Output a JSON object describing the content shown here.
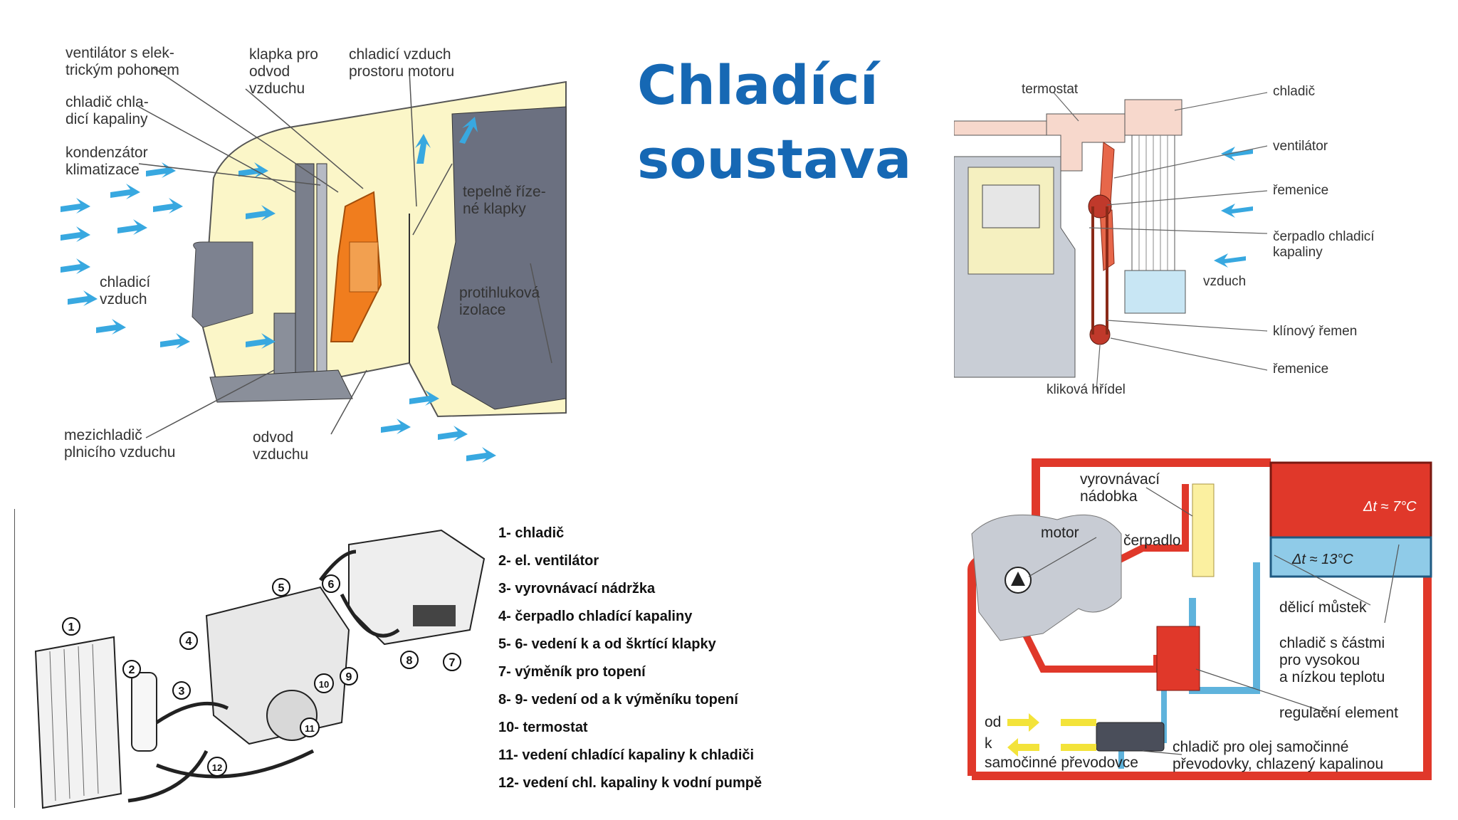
{
  "title": "Chladící\nsoustava",
  "diagram1": {
    "labels": [
      "ventilátor s elek-\ntrickým pohonem",
      "klapka pro\nodvod\nvzduchu",
      "chladicí vzduch\nprostoru motoru",
      "chladič chla-\ndicí kapaliny",
      "kondenzátor\nklimatizace",
      "tepelně říze-\nné klapky",
      "chladicí\nvzduch",
      "protihluková\nizolace",
      "mezichladič\nplnicího vzduchu",
      "odvod\nvzduchu"
    ]
  },
  "diagram2": {
    "labels": [
      "termostat",
      "chladič",
      "ventilátor",
      "řemenice",
      "čerpadlo chladicí\nkapaliny",
      "vzduch",
      "klínový řemen",
      "řemenice",
      "kliková hřídel"
    ]
  },
  "diagram3": {
    "callouts": [
      "1",
      "2",
      "3",
      "4",
      "5",
      "6",
      "7",
      "8",
      "9",
      "10",
      "11",
      "12"
    ],
    "legend": [
      "1- chladič",
      "2- el. ventilátor",
      "3- vyrovnávací nádržka",
      "4- čerpadlo chladící kapaliny",
      "5- 6- vedení k a od škrtící klapky",
      "7- výměník pro topení",
      "8- 9- vedení od a k výměníku topení",
      "10- termostat",
      "11- vedení chladící kapaliny k chladiči",
      "12- vedení chl. kapaliny k vodní pumpě"
    ]
  },
  "diagram4": {
    "labels": [
      "vyrovnávací\nnádobka",
      "motor",
      "čerpadlo",
      "dělicí můstek",
      "chladič s částmi\npro vysokou\na nízkou teplotu",
      "regulační element",
      "od",
      "k",
      "samočinné převodovce",
      "chladič pro olej samočinné\npřevodovky, chlazený kapalinou"
    ],
    "delta_hot": "Δt ≈ 7°C",
    "delta_cold": "Δt ≈ 13°C"
  },
  "colors": {
    "title": "#1668b4",
    "coolant_hot": "#e0382a",
    "coolant_cold": "#5fb3dc",
    "air_arrow": "#38a8e0",
    "engine_gray": "#6b7080",
    "cream": "#fbf6c8"
  }
}
